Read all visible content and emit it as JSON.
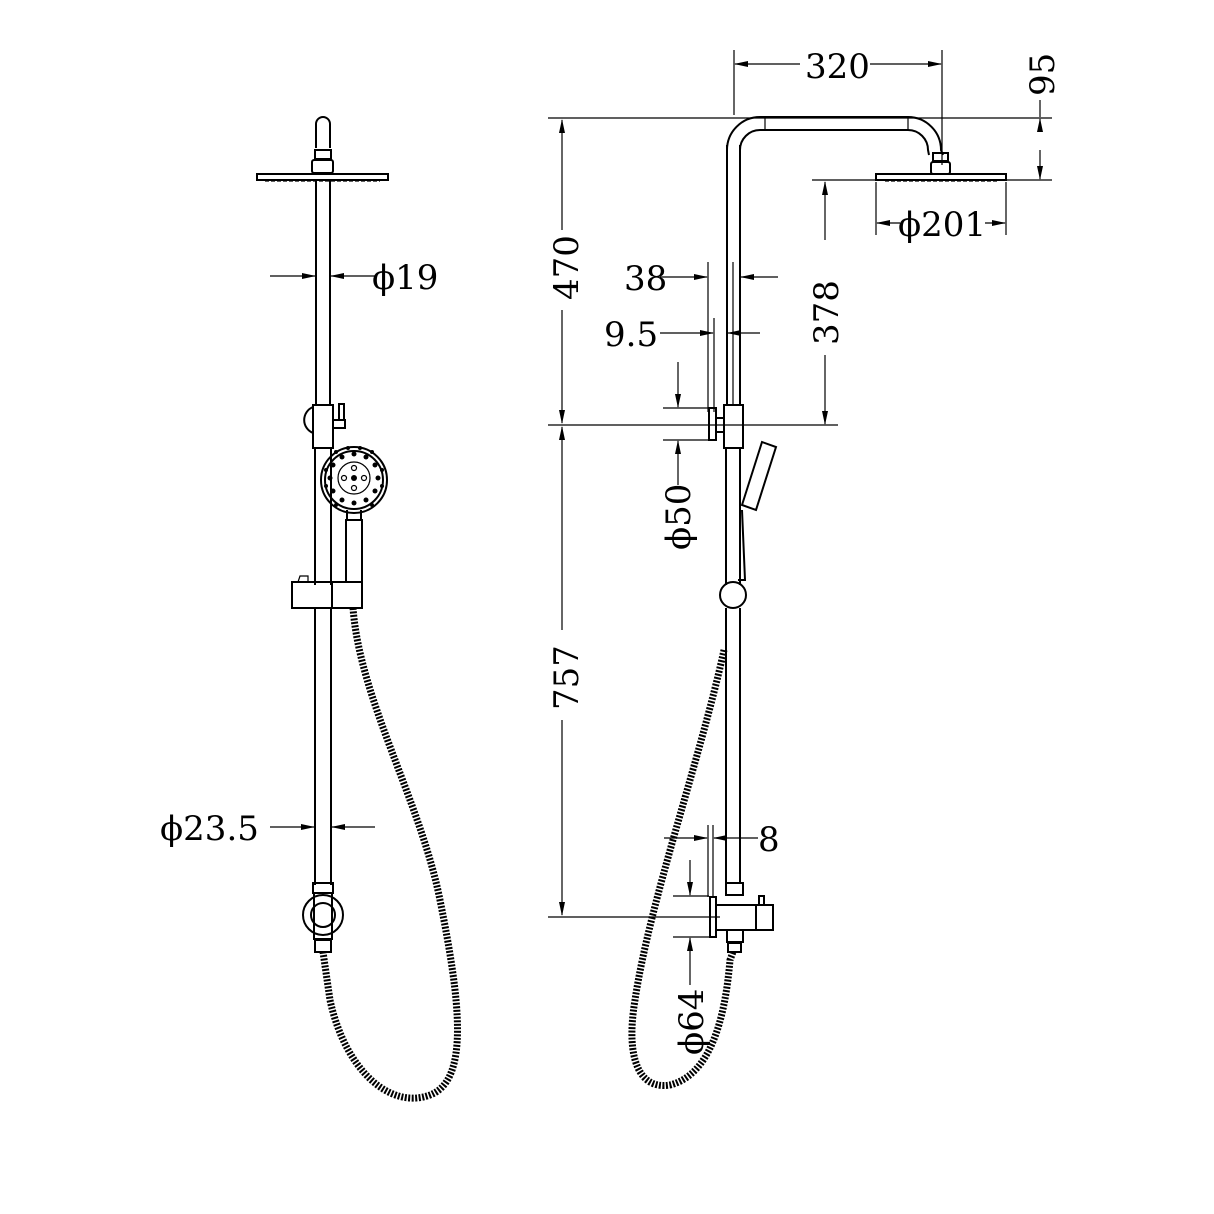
{
  "drawing": {
    "type": "technical dimension drawing",
    "subject": "shower rail set with overhead rain head and hand shower",
    "views": [
      "front view",
      "side view"
    ],
    "units": "mm",
    "line_color": "#000000",
    "background": "#ffffff"
  },
  "front_view": {
    "dimensions": {
      "riser_diameter": "ϕ19",
      "rail_diameter": "ϕ23.5"
    }
  },
  "side_view": {
    "dimensions": {
      "arm_reach": "320",
      "head_drop": "95",
      "head_diameter": "ϕ201",
      "upper_height": "470",
      "head_to_bracket": "378",
      "bracket_offset": "38",
      "tube_offset": "9.5",
      "bracket_flange_diameter": "ϕ50",
      "lower_height": "757",
      "inlet_offset": "8",
      "inlet_flange_diameter": "ϕ64"
    }
  }
}
